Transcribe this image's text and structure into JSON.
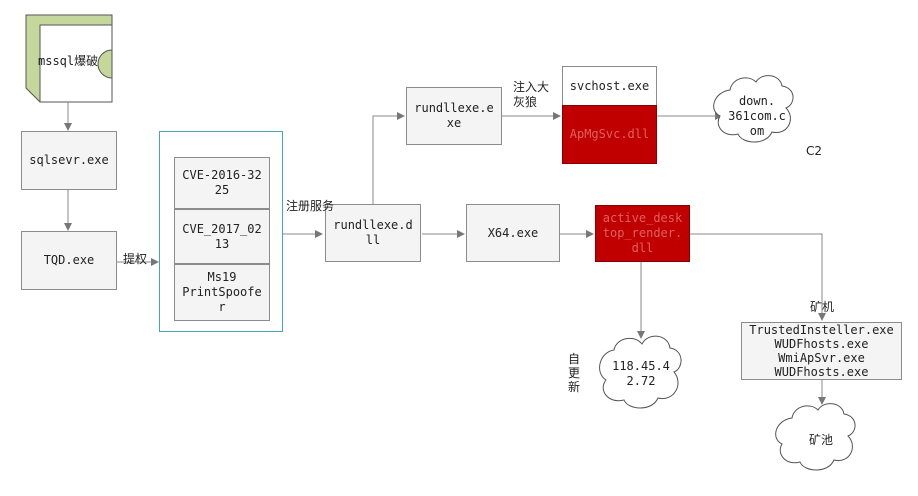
{
  "nodes": {
    "mssql": "mssql爆破",
    "sqlsevr": "sqlsevr.exe",
    "tqd": "TQD.exe",
    "cve1": "CVE-2016-32\n25",
    "cve2": "CVE_2017_02\n13",
    "ms19": "Ms19\nPrintSpoofe\nr",
    "rundll_dll": "rundllexe.d\nll",
    "rundll_exe": "rundllexe.e\nxe",
    "svchost": "svchost.exe",
    "apmgr": "ApMgSvc.dll",
    "x64": "X64.exe",
    "active": "active_desk\ntop_render.\ndll",
    "miners": "TrustedInsteller.exe\nWUDFhosts.exe\nWmiApSvr.exe\nWUDFhosts.exe"
  },
  "clouds": {
    "down": "down.\n361com.c\nom",
    "ip": "118.45.4\n2.72",
    "pool": "矿池"
  },
  "labels": {
    "privesc": "提权",
    "service": "注册服务",
    "inject": "注入大\n灰狼",
    "c2": "C2",
    "update": "自\n更\n新",
    "mining": "矿机"
  },
  "colors": {
    "red": "#c00000",
    "panel_border": "#4aa3b8",
    "doc_shape": "#c5d79a"
  }
}
